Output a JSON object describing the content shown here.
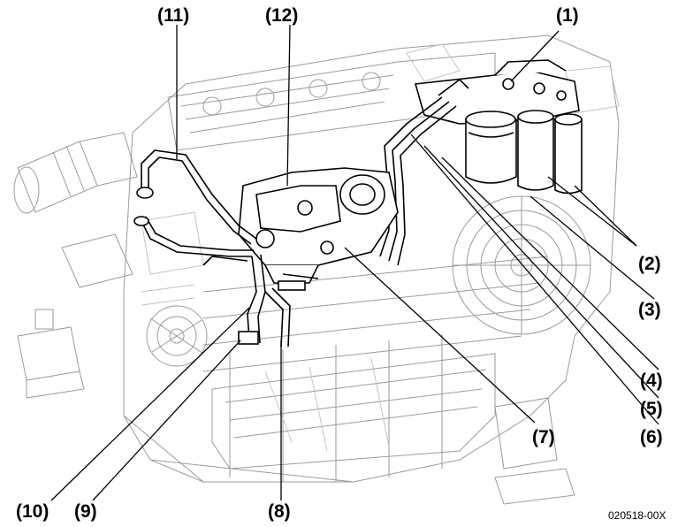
{
  "diagram": {
    "callouts": [
      {
        "id": "1",
        "label": "(1)"
      },
      {
        "id": "2",
        "label": "(2)"
      },
      {
        "id": "3",
        "label": "(3)"
      },
      {
        "id": "4",
        "label": "(4)"
      },
      {
        "id": "5",
        "label": "(5)"
      },
      {
        "id": "6",
        "label": "(6)"
      },
      {
        "id": "7",
        "label": "(7)"
      },
      {
        "id": "8",
        "label": "(8)"
      },
      {
        "id": "9",
        "label": "(9)"
      },
      {
        "id": "10",
        "label": "(10)"
      },
      {
        "id": "11",
        "label": "(11)"
      },
      {
        "id": "12",
        "label": "(12)"
      }
    ],
    "figure_code": "020518-00X"
  },
  "colors": {
    "ink": "#000000",
    "ghost": "#9a9a9a",
    "ghost_light": "#c4c4c4",
    "paper": "#ffffff"
  }
}
